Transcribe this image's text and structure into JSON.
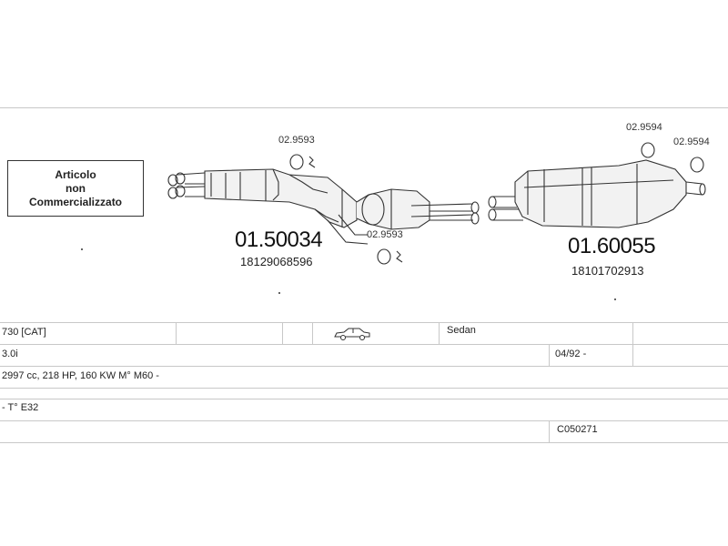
{
  "notice": {
    "line1": "Articolo",
    "line2": "non",
    "line3": "Commercializzato"
  },
  "assemblies": [
    {
      "code": "01.50034",
      "oem": "18129068596"
    },
    {
      "code": "01.60055",
      "oem": "18101702913"
    }
  ],
  "gasket_refs": {
    "front_pipe": "02.9593",
    "front_pipe_lower": "02.9593",
    "rear_left": "02.9594",
    "rear_right": "02.9594"
  },
  "icons": {
    "vehicle": "car-sedan-icon"
  },
  "vehicle": {
    "model": "730  [CAT]",
    "body": "Sedan",
    "engine": "3.0i",
    "period": "04/92 -",
    "specs": "2997 cc, 218 HP, 160 KW M° M60 -",
    "chassis": "- T° E32",
    "catalog_code": "C050271"
  }
}
